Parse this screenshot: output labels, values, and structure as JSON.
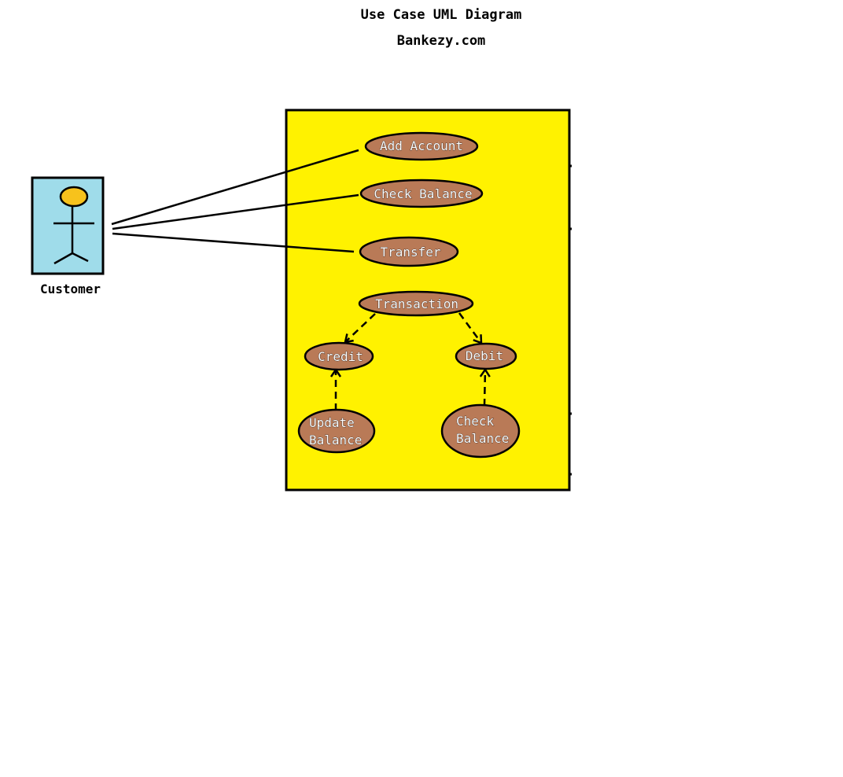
{
  "header": {
    "title": "Use Case UML Diagram",
    "subtitle": "Bankezy.com"
  },
  "actor": {
    "name": "Customer"
  },
  "use_cases": {
    "add_account": "Add Account",
    "check_balance": "Check Balance",
    "transfer": "Transfer",
    "transaction": "Transaction",
    "credit": "Credit",
    "debit": "Debit",
    "update_balance": [
      "Update",
      "Balance"
    ],
    "check_balance_sub": [
      "Check",
      "Balance"
    ]
  },
  "colors": {
    "system_fill": "#fff200",
    "actor_fill": "#9fdcea",
    "actor_head": "#f7c21c",
    "use_case_fill": "#b97a57"
  }
}
